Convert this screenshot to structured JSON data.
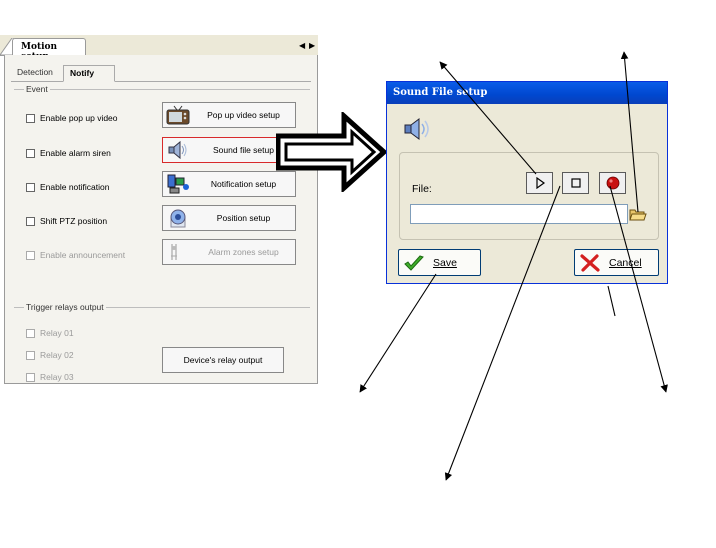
{
  "motion_setup": {
    "tab_label": "Motion setup",
    "tabs": [
      {
        "label": "Detection"
      },
      {
        "label": "Notify"
      }
    ],
    "event_group": "Event",
    "options": [
      {
        "label": "Enable pop up video",
        "button": "Pop up video setup",
        "enabled": true
      },
      {
        "label": "Enable alarm siren",
        "button": "Sound file setup",
        "enabled": true
      },
      {
        "label": "Enable notification",
        "button": "Notification setup",
        "enabled": true
      },
      {
        "label": "Shift PTZ position",
        "button": "Position setup",
        "enabled": true
      },
      {
        "label": "Enable announcement",
        "button": "Alarm zones setup",
        "enabled": false
      }
    ],
    "trigger_group": "Trigger relays output",
    "relays": [
      {
        "label": "Relay 01"
      },
      {
        "label": "Relay 02"
      },
      {
        "label": "Relay 03"
      }
    ],
    "relay_button": "Device's relay output"
  },
  "sound_dialog": {
    "title": "Sound File setup",
    "file_label": "File:",
    "file_value": "",
    "save_label": "Save",
    "cancel_label": "Cancel",
    "icons": [
      "speaker-icon",
      "play-icon",
      "stop-icon",
      "record-icon",
      "folder-open-icon",
      "checkmark-icon",
      "x-icon"
    ]
  },
  "colors": {
    "title_bar": "#0047cf",
    "highlight_border": "#d82a2a",
    "record_red": "#c81010"
  }
}
